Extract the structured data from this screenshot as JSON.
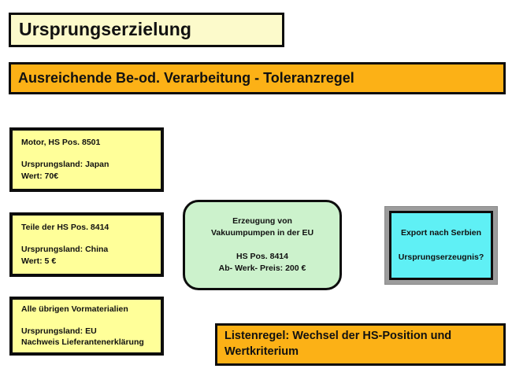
{
  "slide": {
    "title": "Ursprungserzielung",
    "subtitle": "Ausreichende Be-od. Verarbeitung - Toleranzregel"
  },
  "materials": [
    {
      "heading": "Motor, HS Pos. 8501",
      "origin": "Ursprungsland: Japan",
      "value": "Wert: 70€"
    },
    {
      "heading": "Teile der HS Pos. 8414",
      "origin": "Ursprungsland: China",
      "value": "Wert: 5 €"
    },
    {
      "heading": "Alle übrigen Vormaterialien",
      "origin": "Ursprungsland: EU",
      "value": "Nachweis Lieferantenerklärung"
    }
  ],
  "process": {
    "line1": "Erzeugung von",
    "line2": "Vakuumpumpen in der EU",
    "line3": "HS Pos. 8414",
    "line4": "Ab- Werk- Preis: 200 €"
  },
  "export": {
    "line1": "Export nach Serbien",
    "line2": "Ursprungserzeugnis?"
  },
  "rule": {
    "line1": "Listenregel: Wechsel der HS-Position und",
    "line2": "Wertkriterium"
  },
  "colors": {
    "title_fill": "#fcfacb",
    "accent_orange": "#fcb116",
    "material_yellow": "#ffff99",
    "process_green": "#ccf2cc",
    "export_cyan": "#5ff0f5",
    "export_frame_gray": "#9c9c9c",
    "outline_black": "#0d0d0d",
    "background": "#ffffff"
  }
}
